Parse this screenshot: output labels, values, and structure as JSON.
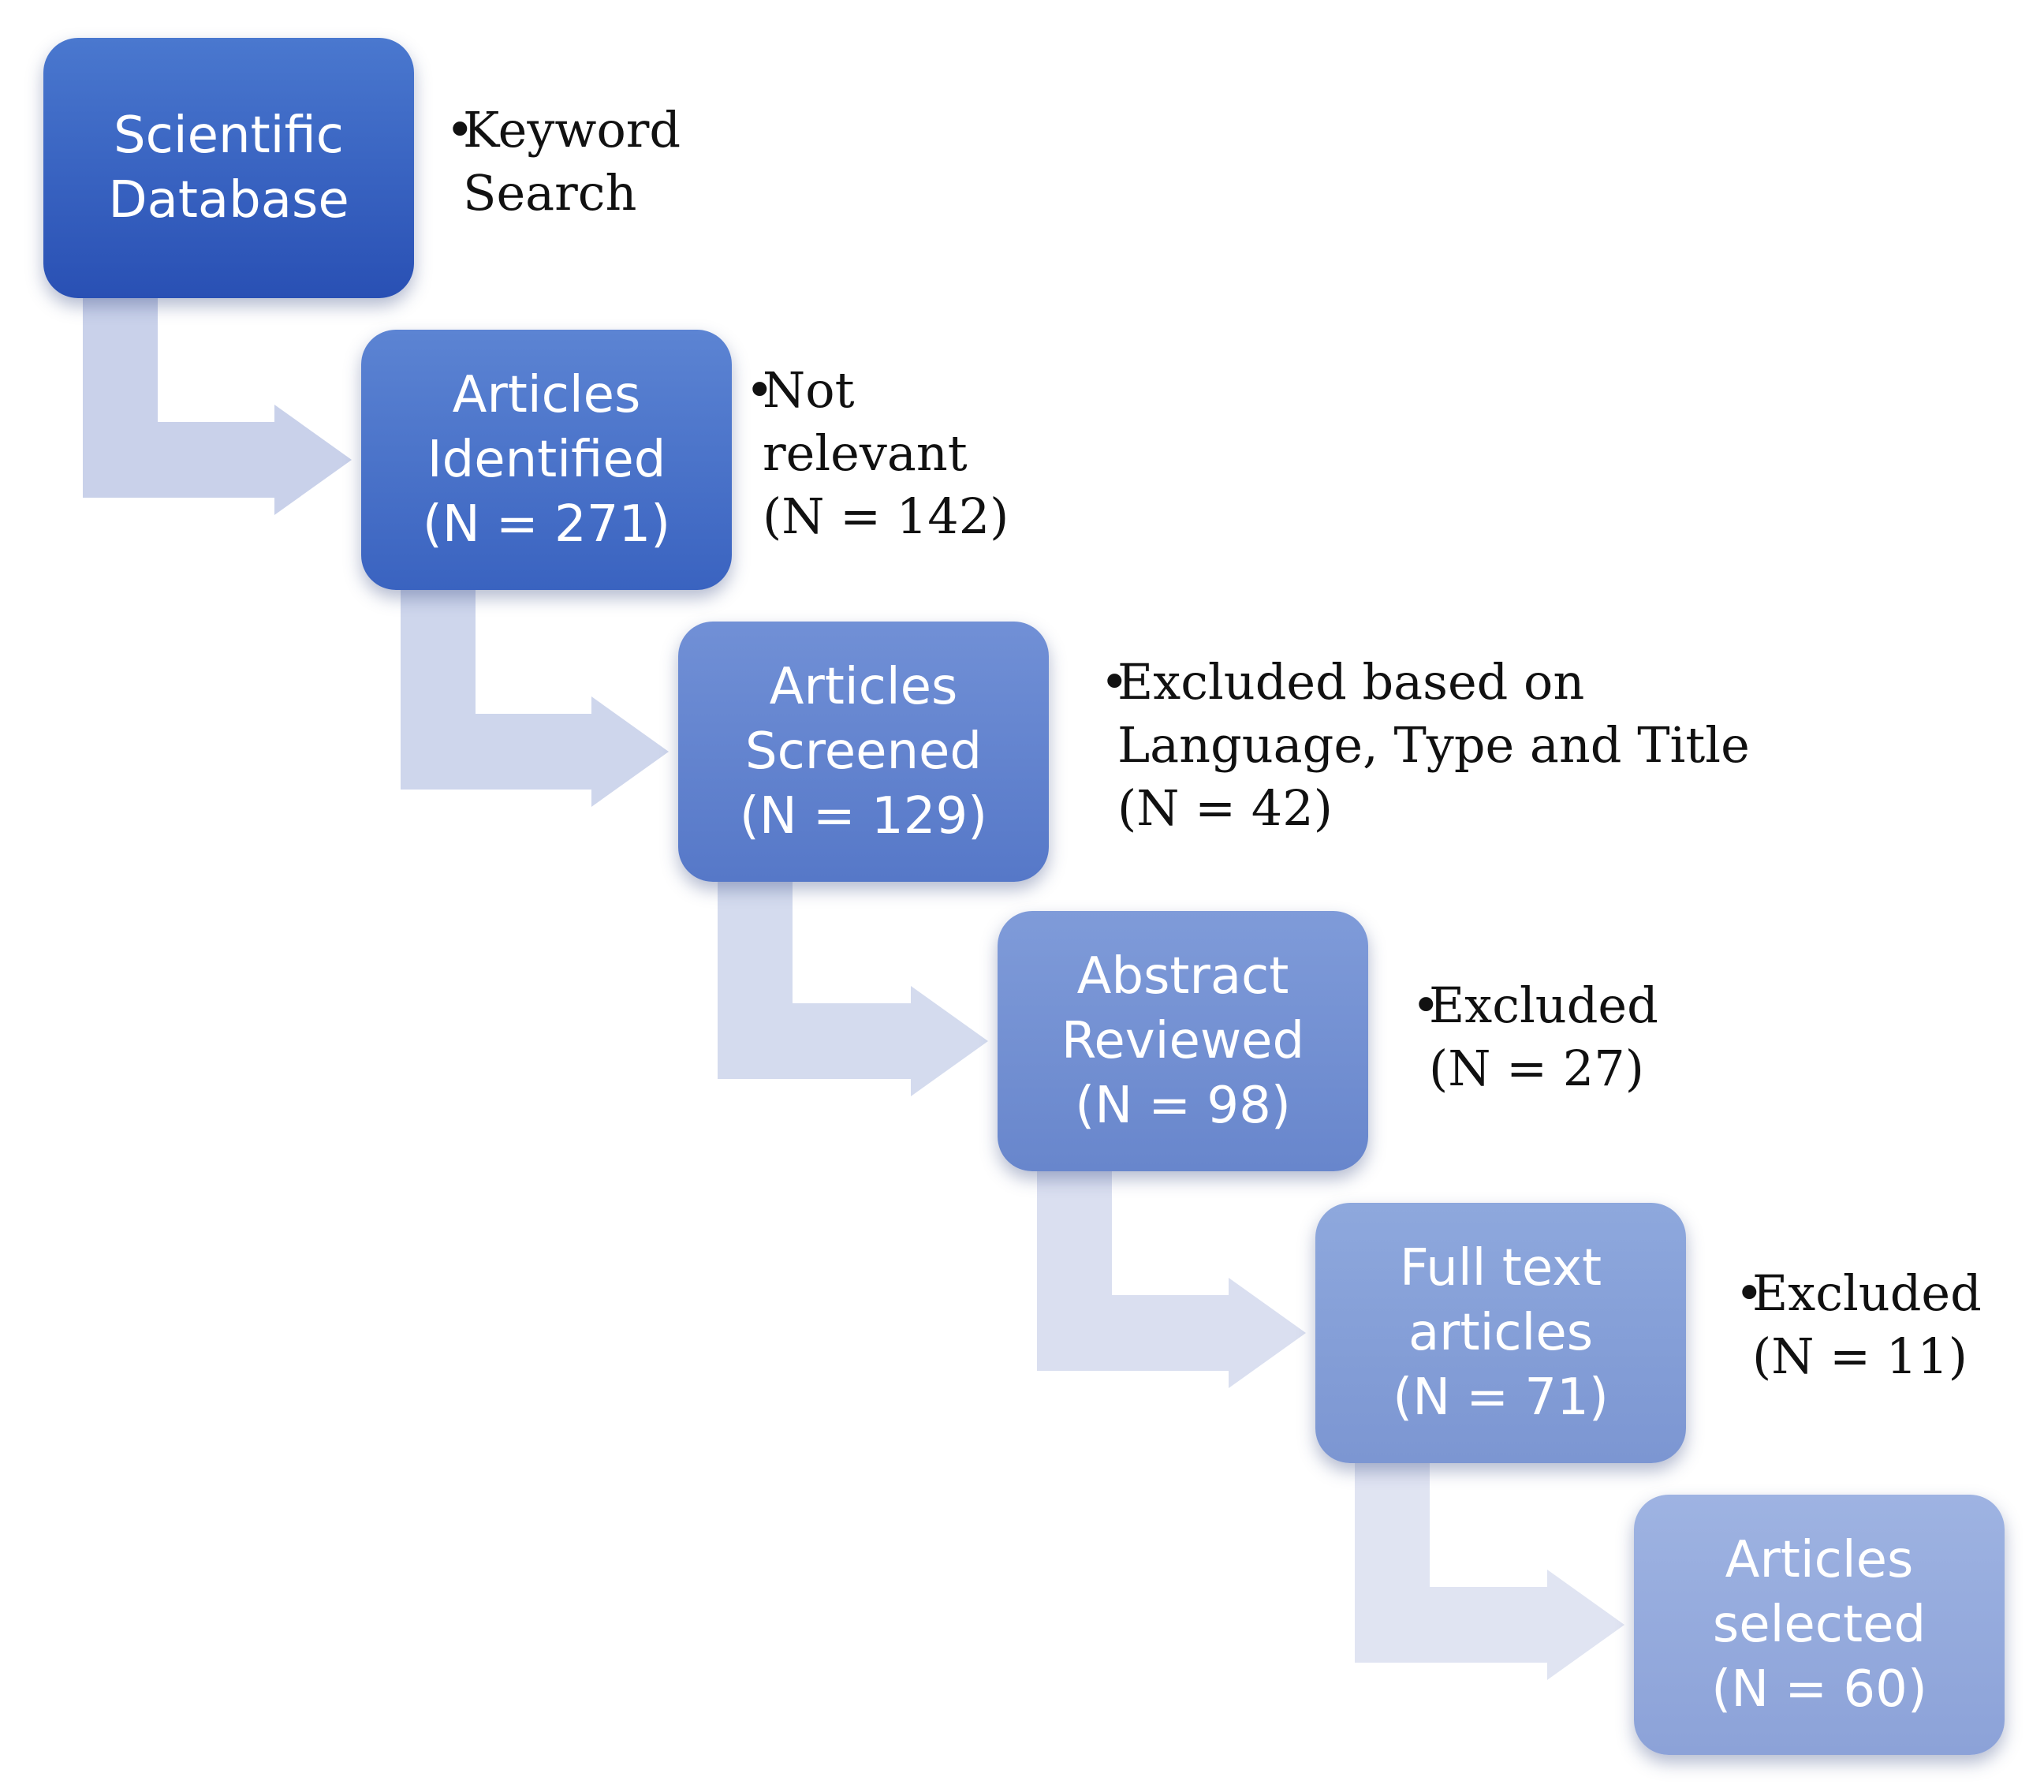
{
  "palette": {
    "box_tops": [
      "#4a78cf",
      "#5c84d3",
      "#7190d6",
      "#7f9bd9",
      "#8ea8dd",
      "#9eb3e2"
    ],
    "box_bottoms": [
      "#2950b4",
      "#3a63c0",
      "#5678c8",
      "#6886cc",
      "#7c96d2",
      "#8ca2d8"
    ],
    "arrow_colors": [
      "#c9d1ea",
      "#ced6ec",
      "#d4dbee",
      "#dadff0",
      "#e0e4f2"
    ]
  },
  "steps": [
    {
      "lines": [
        "Scientific",
        "Database"
      ],
      "note": [
        "Keyword",
        "Search"
      ]
    },
    {
      "lines": [
        "Articles",
        "Identified",
        "(N = 271)"
      ],
      "note": [
        "Not",
        "relevant",
        "(N = 142)"
      ]
    },
    {
      "lines": [
        "Articles",
        "Screened",
        "(N = 129)"
      ],
      "note": [
        "Excluded based on",
        "Language, Type and Title",
        "(N = 42)"
      ]
    },
    {
      "lines": [
        "Abstract",
        "Reviewed",
        "(N = 98)"
      ],
      "note": [
        "Excluded",
        "(N = 27)"
      ]
    },
    {
      "lines": [
        "Full text",
        "articles",
        "(N = 71)"
      ],
      "note": [
        "Excluded",
        "(N = 11)"
      ]
    },
    {
      "lines": [
        "Articles",
        "selected",
        "(N = 60)"
      ],
      "note": []
    }
  ]
}
